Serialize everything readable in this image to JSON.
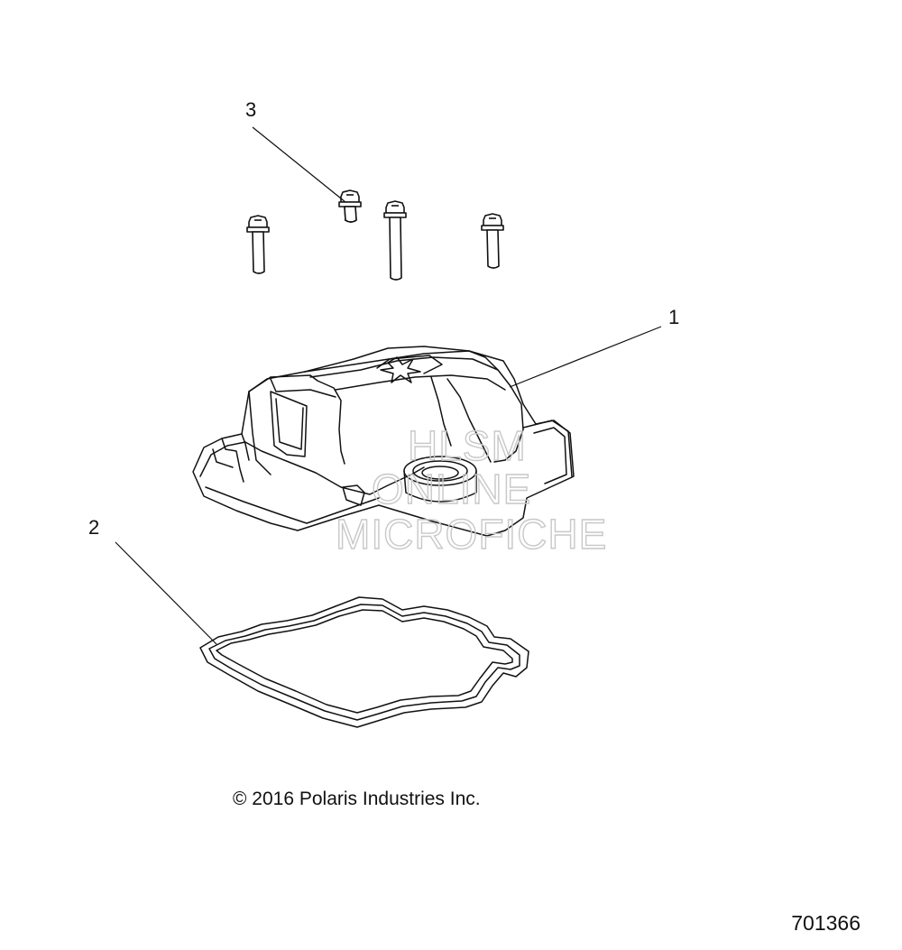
{
  "callouts": [
    {
      "id": "1",
      "label": "1"
    },
    {
      "id": "2",
      "label": "2"
    },
    {
      "id": "3",
      "label": "3"
    }
  ],
  "watermark": {
    "line1": "HLSM",
    "line2": "ONLINE",
    "line3": "MICROFICHE"
  },
  "copyright": "© 2016 Polaris Industries Inc.",
  "figure_number": "701366",
  "colors": {
    "line": "#111111",
    "watermark": "#c8c8c8",
    "background": "#ffffff"
  }
}
